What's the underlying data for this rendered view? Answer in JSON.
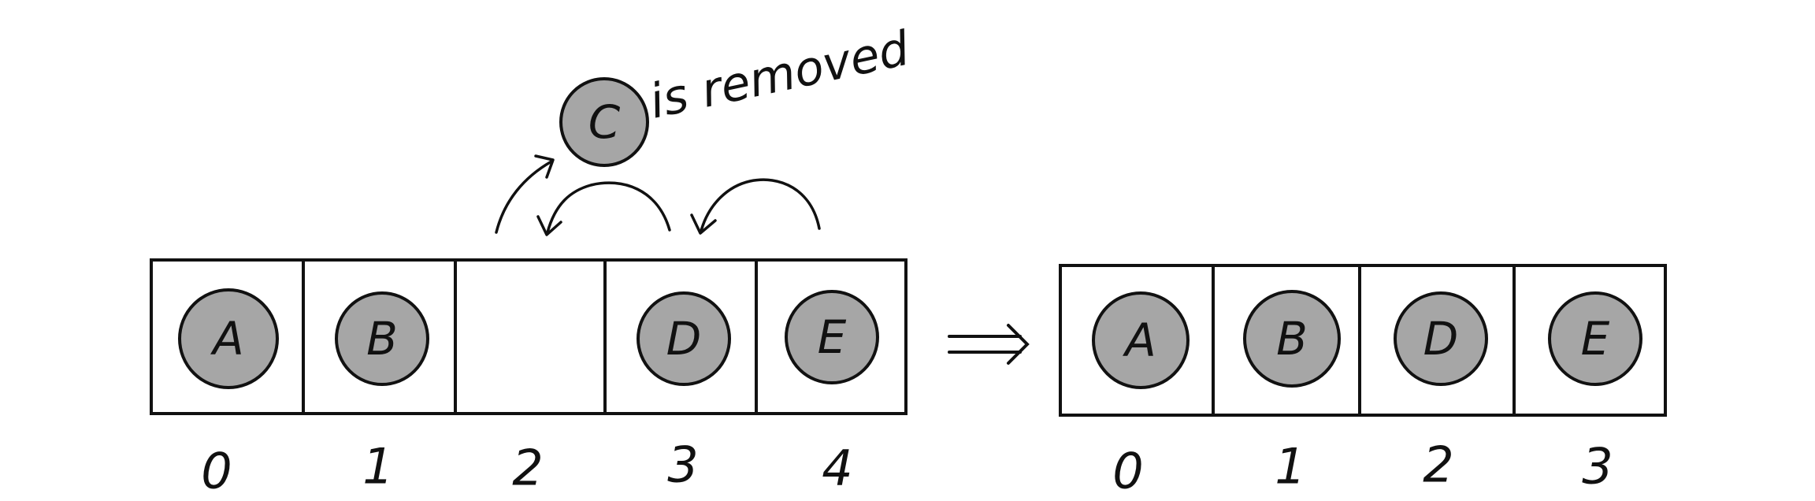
{
  "removed": {
    "label": "C",
    "caption": "is removed"
  },
  "before": {
    "slots": [
      "A",
      "B",
      "",
      "D",
      "E"
    ],
    "indices": [
      "0",
      "1",
      "2",
      "3",
      "4"
    ]
  },
  "after": {
    "slots": [
      "A",
      "B",
      "D",
      "E"
    ],
    "indices": [
      "0",
      "1",
      "2",
      "3"
    ]
  },
  "arrow_symbol": "⟹",
  "colors": {
    "ball_fill": "#a6a6a6",
    "ink": "#111111"
  }
}
